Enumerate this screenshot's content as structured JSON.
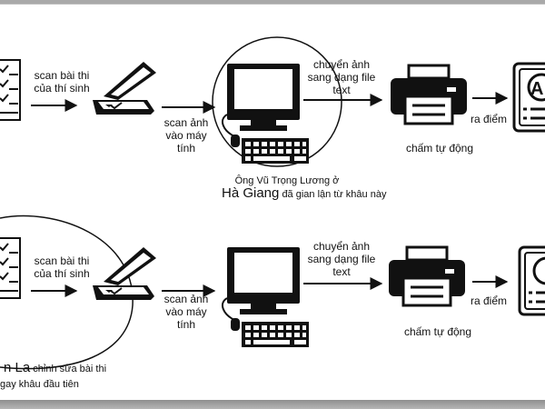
{
  "row1": {
    "step_scan_label": [
      "scan bài thi",
      "của thí sinh"
    ],
    "step_computer_label": [
      "scan ảnh",
      "vào máy",
      "tính"
    ],
    "step_convert_label": [
      "chuyển ảnh",
      "sang dạng file",
      "text"
    ],
    "step_auto_grade_label": "chấm tự động",
    "step_result_label": "ra điểm",
    "annotation": {
      "line1": "Ông Vũ Trọng Lương ở",
      "place": "Hà Giang",
      "rest": "đã gian lận từ khâu này"
    }
  },
  "row2": {
    "step_scan_label": [
      "scan bài thi",
      "của thí sinh"
    ],
    "step_computer_label": [
      "scan ảnh",
      "vào máy",
      "tính"
    ],
    "step_convert_label": [
      "chuyển ảnh",
      "sang dạng file",
      "text"
    ],
    "step_auto_grade_label": "chấm tự động",
    "step_result_label": "ra điểm",
    "annotation": {
      "place": "n La",
      "rest_line1": "chỉnh sửa bài thi",
      "rest_line2": "gay khâu đầu tiên"
    }
  },
  "colors": {
    "ink": "#111111",
    "background": "#ffffff",
    "border": "#a9a9a9"
  }
}
